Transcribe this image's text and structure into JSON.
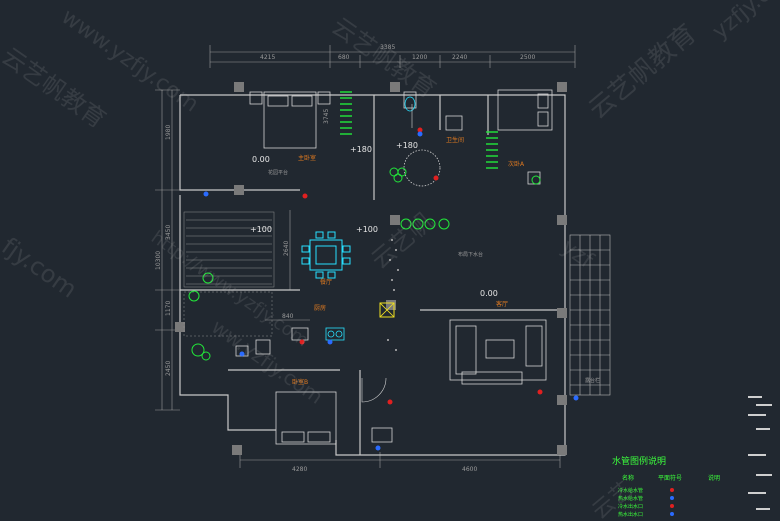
{
  "watermark": {
    "url": "http://www.yzfjy.com",
    "brand": "云艺帆教育",
    "fragments": [
      "www.yzfjy.com",
      "yzfjy.com",
      "云艺帆教育",
      "云艺帆教育",
      "云艺帆教育",
      "fjy.com",
      "云艺帆",
      "yzf",
      "云艺",
      "ww.yzfjy.com",
      "http://www.yzfjy.com"
    ]
  },
  "dimensions": {
    "top": [
      "3385",
      "4215",
      "680",
      "1200",
      "2240",
      "2500"
    ],
    "bottom": [
      "4280",
      "4600"
    ],
    "left": [
      "1980",
      "10300",
      "3450",
      "1170",
      "2450"
    ],
    "inner": [
      "3745",
      "2640",
      "840"
    ]
  },
  "levels": {
    "l1": "0.00",
    "l2": "+180",
    "l3": "+180",
    "l4": "+100",
    "l5": "+100",
    "l6": "0.00"
  },
  "rooms": {
    "master": "主卧室",
    "bath": "卫生间",
    "second": "次卧A",
    "dining": "餐厅",
    "kitchen": "厨房",
    "living": "客厅",
    "bedroom_b": "卧室B",
    "note1": "花园平台",
    "note2": "布局下水台",
    "balcony": "露台栏"
  },
  "legend": {
    "title": "水管图例说明",
    "headers": [
      "名称",
      "平面符号",
      "说明"
    ],
    "rows": [
      {
        "name": "冷水给水管",
        "color": "#e02020"
      },
      {
        "name": "热水给水管",
        "color": "#2a6bff"
      },
      {
        "name": "冷水出水口",
        "color": "#e02020"
      },
      {
        "name": "热水出水口",
        "color": "#2a6bff"
      }
    ]
  },
  "colors": {
    "background": "#212830",
    "wall": "#c8c8c8",
    "furniture": "#d4d4d4",
    "plant": "#22e83a",
    "dining": "#28e0ff",
    "door": "#f0e020",
    "dimension": "#9a9a9a",
    "text_orange": "#e07a20",
    "legend": "#3cff3c",
    "cold_water": "#e02020",
    "hot_water": "#2a6bff"
  }
}
